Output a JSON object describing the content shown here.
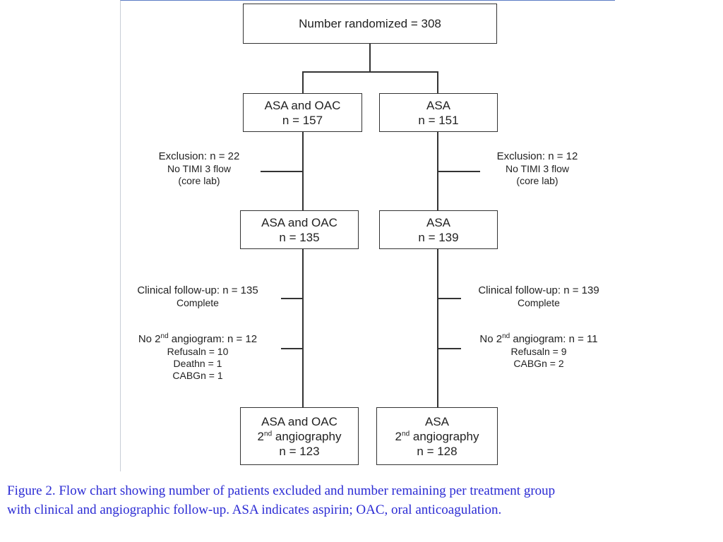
{
  "flowchart": {
    "top_box": {
      "label": "Number randomized = 308"
    },
    "left_arm": {
      "stage1": {
        "line1": "ASA and OAC",
        "line2": "n = 157"
      },
      "exclusion": {
        "title": "Exclusion: n = 22",
        "reason1": "No TIMI 3 flow",
        "reason2": "(core lab)"
      },
      "stage2": {
        "line1": "ASA and OAC",
        "line2": "n = 135"
      },
      "followup": {
        "title": "Clinical follow-up: n = 135",
        "status": "Complete"
      },
      "no_angiogram": {
        "title_pre": "No 2",
        "title_sup": "nd",
        "title_post": " angiogram: n = 12",
        "reasons": [
          {
            "label": "Refusal",
            "value": "n = 10"
          },
          {
            "label": "Death",
            "value": "n = 1"
          },
          {
            "label": "CABG",
            "value": "n = 1"
          }
        ]
      },
      "final": {
        "line1": "ASA and OAC",
        "line2_pre": "2",
        "line2_sup": "nd",
        "line2_post": " angiography",
        "line3": "n = 123"
      }
    },
    "right_arm": {
      "stage1": {
        "line1": "ASA",
        "line2": "n = 151"
      },
      "exclusion": {
        "title": "Exclusion: n = 12",
        "reason1": "No TIMI 3 flow",
        "reason2": "(core lab)"
      },
      "stage2": {
        "line1": "ASA",
        "line2": "n = 139"
      },
      "followup": {
        "title": "Clinical follow-up: n = 139",
        "status": "Complete"
      },
      "no_angiogram": {
        "title_pre": "No 2",
        "title_sup": "nd",
        "title_post": " angiogram: n = 11",
        "reasons": [
          {
            "label": "Refusal",
            "value": "n = 9"
          },
          {
            "label": "CABG",
            "value": "n = 2"
          }
        ]
      },
      "final": {
        "line1": "ASA",
        "line2_pre": "2",
        "line2_sup": "nd",
        "line2_post": " angiography",
        "line3": "n = 128"
      }
    }
  },
  "caption": {
    "line1": "Figure 2. Flow chart showing number of patients excluded and number remaining per treatment group",
    "line2": " with clinical and angiographic follow-up. ASA indicates aspirin; OAC, oral anticoagulation."
  },
  "colors": {
    "caption": "#2b2bd4",
    "lines": "#333333"
  }
}
